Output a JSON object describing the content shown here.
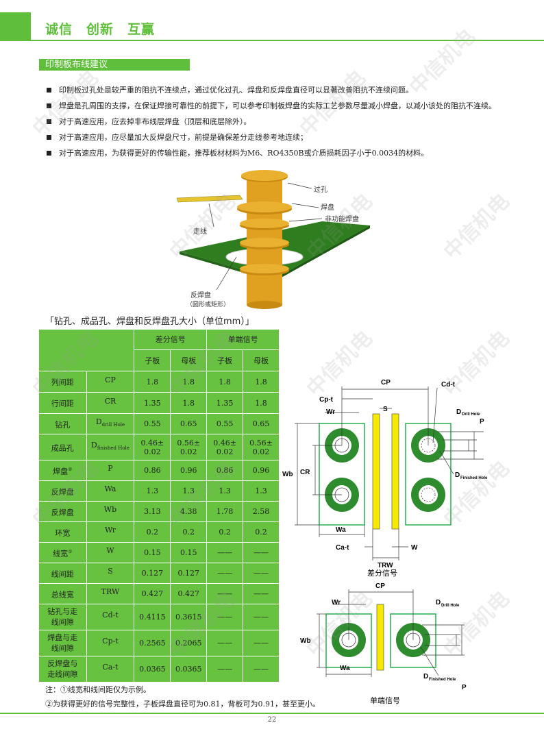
{
  "header": {
    "slogan": "诚信　创新　互赢"
  },
  "section": {
    "title": "印制板布线建议"
  },
  "bullets": [
    "印制板过孔处是较严重的阻抗不连续点，通过优化过孔、焊盘和反焊盘直径可以显著改善阻抗不连续问题。",
    "焊盘是孔周围的支撑，在保证焊接可靠性的前提下，可以参考印制板焊盘的实际工艺参数尽量减小焊盘，以减小该处的阻抗不连续。",
    "对于高速应用，应去掉非布线层焊盘（顶层和底层除外）。",
    "对于高速应用，应尽量加大反焊盘尺寸，前提是确保差分走线参考地连续；",
    "对于高速应用，为获得更好的传输性能，推荐板材材料为M6、RO4350B或介质损耗因子小于0.0034的材料。"
  ],
  "via_figure": {
    "via_label": "过孔",
    "pad_label": "焊盘",
    "nonfunc_pad_label": "非功能焊盘",
    "trace_label": "走线",
    "antipad_label": "反焊盘",
    "antipad_note": "（圆形或矩形）"
  },
  "table": {
    "heading": "「钻孔、成品孔、焊盘和反焊盘孔大小（单位mm）」",
    "group_diff": "差分信号",
    "group_single": "单端信号",
    "sub_child": "子板",
    "sub_mother": "母板",
    "rows": [
      {
        "name": "列间距",
        "sym": "CP",
        "sym_sub": "",
        "name_sup": "",
        "v": [
          "1.8",
          "1.8",
          "1.8",
          "1.8"
        ]
      },
      {
        "name": "行间距",
        "sym": "CR",
        "sym_sub": "",
        "name_sup": "",
        "v": [
          "1.35",
          "1.8",
          "1.35",
          "1.8"
        ]
      },
      {
        "name": "钻孔",
        "sym": "D",
        "sym_sub": "drill Hole",
        "name_sup": "",
        "v": [
          "0.55",
          "0.65",
          "0.55",
          "0.65"
        ]
      },
      {
        "name": "成品孔",
        "sym": "D",
        "sym_sub": "finished Hole",
        "name_sup": "",
        "v": [
          "0.46±\n0.02",
          "0.56±\n0.02",
          "0.46±\n0.02",
          "0.56±\n0.02"
        ]
      },
      {
        "name": "焊盘",
        "sym": "P",
        "sym_sub": "",
        "name_sup": "②",
        "v": [
          "0.86",
          "0.96",
          "0.86",
          "0.96"
        ]
      },
      {
        "name": "反焊盘",
        "sym": "Wa",
        "sym_sub": "",
        "name_sup": "",
        "v": [
          "1.3",
          "1.3",
          "1.3",
          "1.3"
        ]
      },
      {
        "name": "反焊盘",
        "sym": "Wb",
        "sym_sub": "",
        "name_sup": "",
        "v": [
          "3.13",
          "4.38",
          "1.78",
          "2.58"
        ]
      },
      {
        "name": "环宽",
        "sym": "Wr",
        "sym_sub": "",
        "name_sup": "",
        "v": [
          "0.2",
          "0.2",
          "0.2",
          "0.2"
        ]
      },
      {
        "name": "线宽",
        "sym": "W",
        "sym_sub": "",
        "name_sup": "①",
        "v": [
          "0.15",
          "0.15",
          "——",
          "——"
        ]
      },
      {
        "name": "线间距",
        "sym": "S",
        "sym_sub": "",
        "name_sup": "",
        "v": [
          "0.127",
          "0.127",
          "——",
          "——"
        ]
      },
      {
        "name": "总线宽",
        "sym": "TRW",
        "sym_sub": "",
        "name_sup": "",
        "v": [
          "0.427",
          "0.427",
          "——",
          "——"
        ]
      },
      {
        "name": "钻孔与走\n线间隙",
        "sym": "Cd-t",
        "sym_sub": "",
        "name_sup": "",
        "v": [
          "0.4115",
          "0.3615",
          "——",
          "——"
        ]
      },
      {
        "name": "焊盘与走\n线间隙",
        "sym": "Cp-t",
        "sym_sub": "",
        "name_sup": "",
        "v": [
          "0.2565",
          "0.2065",
          "——",
          "——"
        ]
      },
      {
        "name": "反焊盘与\n走线间隙",
        "sym": "Ca-t",
        "sym_sub": "",
        "name_sup": "",
        "v": [
          "0.0365",
          "0.0365",
          "——",
          "——"
        ]
      }
    ]
  },
  "notes": {
    "note1": "注：①线宽和线间距仅为示例。",
    "note2": "②为获得更好的信号完整性，子板焊盘直径可为0.81，背板可为0.91，甚至更小。"
  },
  "diff_figure": {
    "caption": "差分信号",
    "lbl_cp": "CP",
    "lbl_cdt": "Cd-t",
    "lbl_cpt": "Cp-t",
    "lbl_wr": "Wr",
    "lbl_s": "S",
    "lbl_d": "D",
    "lbl_drill_sub": "Drill Hole",
    "lbl_p": "P",
    "lbl_wb": "Wb",
    "lbl_cr": "CR",
    "lbl_finished_sub": "Finished Hole",
    "lbl_wa": "Wa",
    "lbl_cat": "Ca-t",
    "lbl_w": "W",
    "lbl_trw": "TRW"
  },
  "single_figure": {
    "caption": "单端信号",
    "lbl_cp": "CP",
    "lbl_wr": "Wr",
    "lbl_d": "D",
    "lbl_drill_sub": "Drill Hole",
    "lbl_wb": "Wb",
    "lbl_wa": "Wa",
    "lbl_finished_sub": "Finished Hole",
    "lbl_p": "P"
  },
  "watermark": {
    "text": "中信机电"
  },
  "footer": {
    "page_number": "22"
  },
  "colors": {
    "brand_green": "#5fbf3a",
    "table_green": "#66c23f",
    "pcb_green": "#2e7d1e",
    "copper": "#e0a020",
    "trace_yellow": "#f5ea00"
  }
}
